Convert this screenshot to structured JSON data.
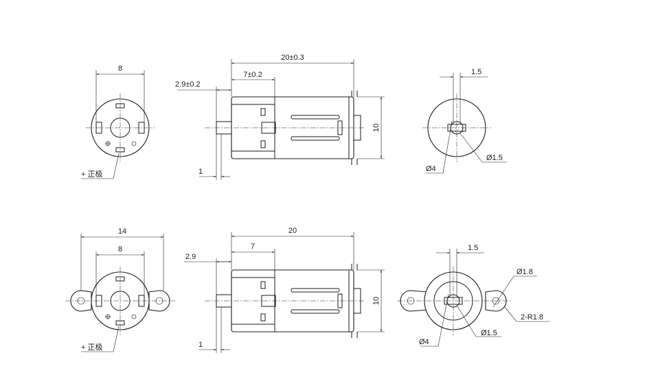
{
  "top_row": {
    "front_view": {
      "width_dim": "8",
      "polarity_label": "+ 正极"
    },
    "side_view": {
      "overall_length_dim": "20±0.3",
      "gear_section_dim": "7±0.2",
      "shaft_length_dim": "2.9±0.2",
      "shaft_gap_dim": "1",
      "height_dim": "10"
    },
    "shaft_view": {
      "key_width_dim": "1.5",
      "outer_diameter_dim": "Ø4",
      "shaft_diameter_dim": "Ø1.5"
    }
  },
  "bottom_row": {
    "front_view": {
      "flange_width_dim": "14",
      "width_dim": "8",
      "polarity_label": "+ 正极"
    },
    "side_view": {
      "overall_length_dim": "20",
      "gear_section_dim": "7",
      "shaft_length_dim": "2.9",
      "shaft_gap_dim": "1",
      "height_dim": "10"
    },
    "shaft_view": {
      "key_width_dim": "1.5",
      "hole_diameter_dim": "Ø1.8",
      "radius_dim": "2-R1.8",
      "outer_diameter_dim": "Ø4",
      "shaft_diameter_dim": "Ø1.5"
    }
  },
  "colors": {
    "line": "#1a1a1a",
    "background": "#ffffff"
  }
}
